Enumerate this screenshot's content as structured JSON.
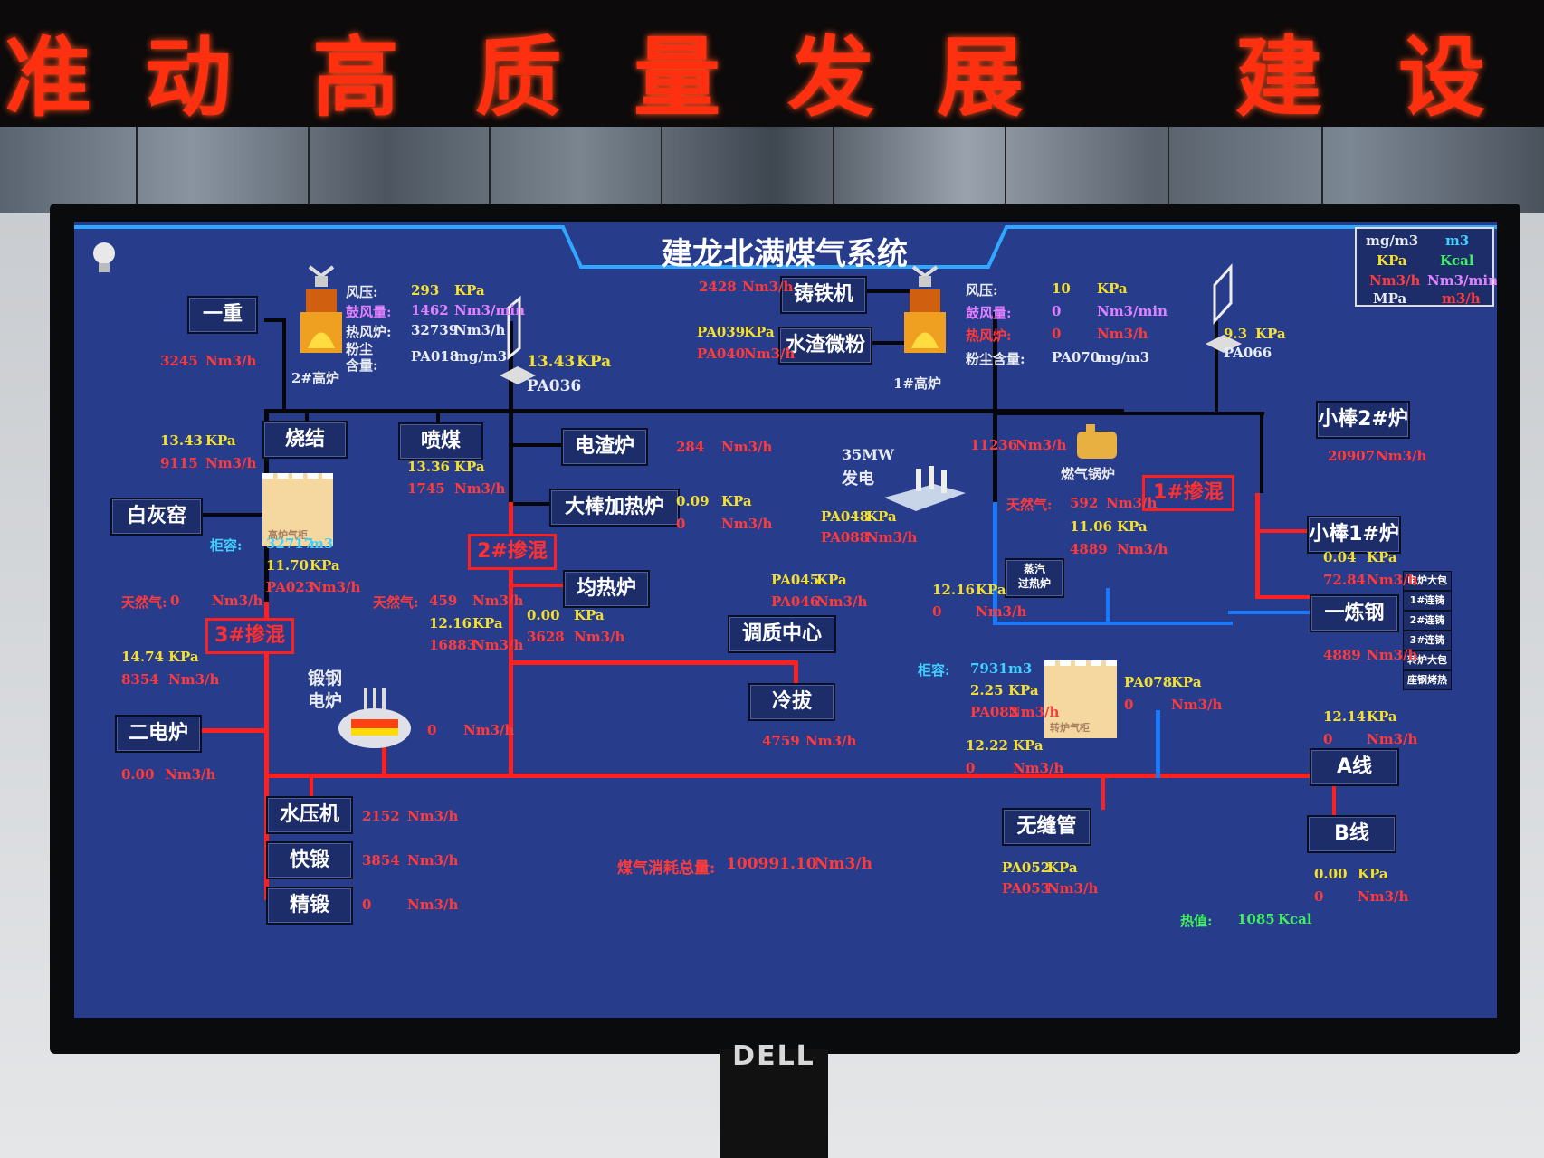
{
  "banner": [
    "准",
    "动",
    "高",
    "质",
    "量",
    "发",
    "展",
    "建",
    "设"
  ],
  "brand": "DELL",
  "title": "建龙北满煤气系统",
  "units_legend": {
    "items": [
      {
        "label": "mg/m3",
        "color": "#e8ecf4"
      },
      {
        "label": "m3",
        "color": "#40d0ff"
      },
      {
        "label": "KPa",
        "color": "#f4e030"
      },
      {
        "label": "Kcal",
        "color": "#40f060"
      },
      {
        "label": "Nm3/h",
        "color": "#ff3a3a"
      },
      {
        "label": "Nm3/min",
        "color": "#e080ff"
      },
      {
        "label": "MPa",
        "color": "#e8ecf4"
      },
      {
        "label": "m3/h",
        "color": "#ff3a3a"
      }
    ]
  },
  "icons": {
    "bulb": "light-bulb-icon",
    "furnace": "blast-furnace-icon",
    "holder": "gas-holder-icon",
    "plant": "power-plant-icon",
    "boiler": "boiler-icon",
    "ladle": "electric-furnace-icon",
    "valve": "valve-icon"
  },
  "units": [
    "一重",
    "烧结",
    "喷煤",
    "电渣炉",
    "大棒加热炉",
    "铸铁机",
    "水渣微粉",
    "小棒2#炉",
    "小棒1#炉",
    "白灰窑",
    "均热炉",
    "调质中心",
    "冷拔",
    "一炼钢",
    "二电炉",
    "水压机",
    "快锻",
    "精锻",
    "无缝管",
    "A线",
    "B线"
  ],
  "mix": {
    "m1": "1#掺混",
    "m2": "2#掺混",
    "m3": "3#掺混"
  },
  "labels": {
    "bf2": "2#高炉",
    "bf1": "1#高炉",
    "holder_bf": "高炉气柜",
    "holder_conv": "转炉气柜",
    "plant": "35MW",
    "plant2": "发电",
    "boiler": "燃气锅炉",
    "steam1": "蒸汽",
    "steam2": "过热炉",
    "forge1": "锻钢",
    "forge2": "电炉",
    "caprefix": "柜容:",
    "ng": "天然气:",
    "heat": "热值:",
    "total": "煤气消耗总量:"
  },
  "bf2": {
    "wind_pressure_label": "风压:",
    "wind_pressure": "293",
    "wind_pressure_unit": "KPa",
    "blast_label": "鼓风量:",
    "blast": "1462",
    "blast_unit": "Nm3/min",
    "stove_label": "热风炉:",
    "stove": "32739",
    "stove_unit": "Nm3/h",
    "dust_label1": "粉尘",
    "dust_label2": "含量:",
    "dust": "PA018",
    "dust_unit": "mg/m3"
  },
  "bf1": {
    "wind_pressure_label": "风压:",
    "wind_pressure": "10",
    "wind_pressure_unit": "KPa",
    "blast_label": "鼓风量:",
    "blast": "0",
    "blast_unit": "Nm3/min",
    "stove_label": "热风炉:",
    "stove": "0",
    "stove_unit": "Nm3/h",
    "dust_label": "粉尘含量:",
    "dust": "PA070",
    "dust_unit": "mg/m3"
  },
  "readings": {
    "yizhong_flow": "3245",
    "nm3h": "Nm3/h",
    "kpa": "KPa",
    "m3": "m3",
    "pa036_p": "13.43",
    "pa036": "PA036",
    "pa066_p": "9.3",
    "pa066": "PA066",
    "zhutie_flow": "2428",
    "pa039": "PA039",
    "pa040": "PA040",
    "shaojie_p": "13.43",
    "shaojie_f": "9115",
    "penmei_p": "13.36",
    "penmei_f": "1745",
    "dianzha_f": "284",
    "dabang_p": "0.09",
    "dabang_f": "0",
    "xiaobang2_f": "20907",
    "plant_flow": "11236",
    "pa048": "PA048",
    "pa088": "PA088",
    "holder_bf_cap": "32717",
    "holder_bf_p": "11.70",
    "pa023": "PA023",
    "bhy_ng": "0",
    "mix1_ng": "592",
    "mix1_p": "11.06",
    "mix1_f": "4889",
    "xiaobang1_p": "0.04",
    "xiaobang1_f": "72.84",
    "mix2_ng": "459",
    "mix2_p": "12.16",
    "mix2_f": "16883",
    "junre_p": "0.00",
    "junre_f": "3628",
    "pa045": "PA045",
    "pa046": "PA046",
    "steam_p": "12.16",
    "steam_f": "0",
    "mix3_p": "14.74",
    "mix3_f": "8354",
    "conv_cap": "7931",
    "conv_p": "2.25",
    "pa082": "PA082",
    "pa078": "PA078",
    "conv_f2": "0",
    "yilian_f": "4889",
    "forge_f": "0",
    "lengba_f": "4759",
    "erdian_f": "0.00",
    "conv_p2": "12.22",
    "conv_f3": "0",
    "aline_p": "12.14",
    "aline_f": "0",
    "shuiya_f": "2152",
    "kuaiduan_f": "3854",
    "jingduan_f": "0",
    "pa052": "PA052",
    "pa053": "PA053",
    "bline_p": "0.00",
    "bline_f": "0",
    "total": "100991.10",
    "heat_val": "1085",
    "heat_unit": "Kcal"
  },
  "side_buttons": [
    "电炉大包",
    "1#连铸",
    "2#连铸",
    "3#连铸",
    "转炉大包",
    "座钢烤热"
  ]
}
